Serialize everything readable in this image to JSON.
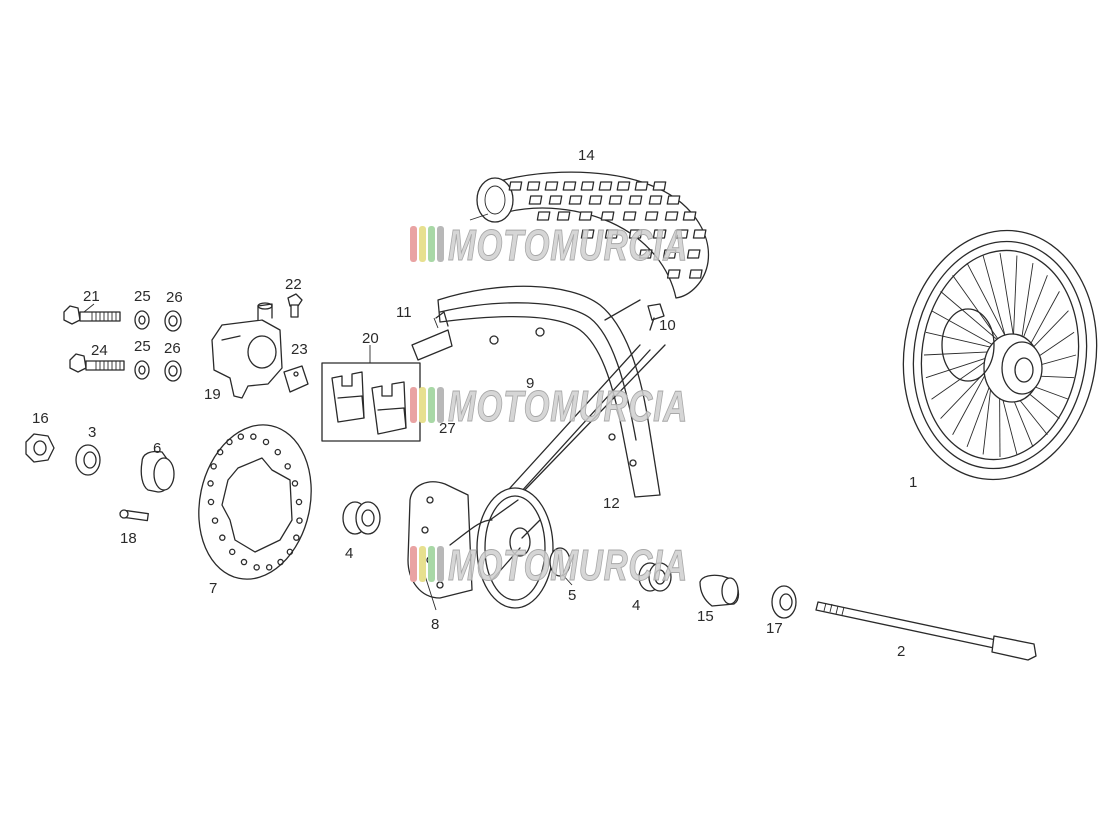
{
  "callouts": {
    "c1": "1",
    "c2": "2",
    "c3": "3",
    "c4a": "4",
    "c4b": "4",
    "c5": "5",
    "c6": "6",
    "c7": "7",
    "c8": "8",
    "c9": "9",
    "c10": "10",
    "c11": "11",
    "c12": "12",
    "c14": "14",
    "c15": "15",
    "c16": "16",
    "c17": "17",
    "c18": "18",
    "c19": "19",
    "c20": "20",
    "c21": "21",
    "c22": "22",
    "c23": "23",
    "c24": "24",
    "c25a": "25",
    "c25b": "25",
    "c26a": "26",
    "c26b": "26",
    "c27": "27"
  },
  "watermark": {
    "text": "MOTOMURCIA",
    "stripe_colors": [
      "#e9a3a3",
      "#e7e08f",
      "#a8d8a6",
      "#b8b8b8"
    ],
    "text_color": "#cfcfcf"
  },
  "colors": {
    "line": "#2a2a2a",
    "background": "#ffffff"
  }
}
